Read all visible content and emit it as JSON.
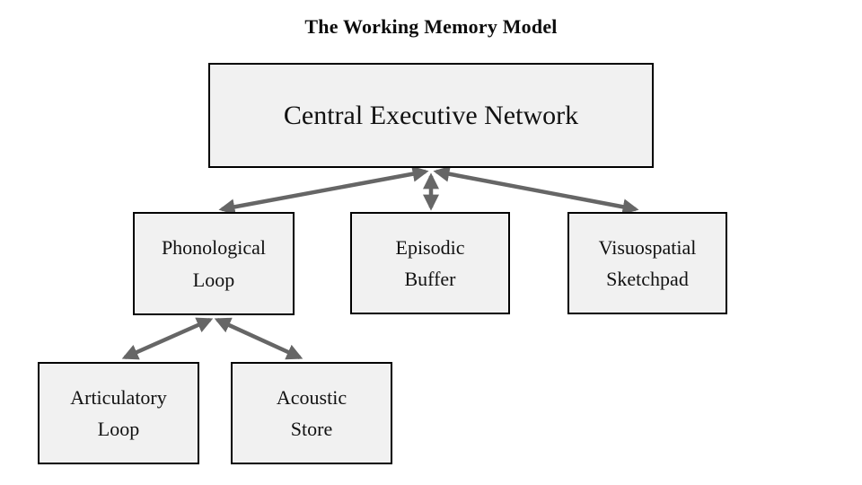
{
  "title": "The Working Memory Model",
  "colors": {
    "background": "#ffffff",
    "box_fill": "#f1f1f1",
    "box_border": "#000000",
    "arrow": "#666666",
    "text": "#111111"
  },
  "nodes": {
    "central_executive": {
      "label": "Central Executive Network",
      "lines": [
        "Central Executive Network"
      ]
    },
    "phonological_loop": {
      "label": "Phonological Loop",
      "lines": [
        "Phonological",
        "Loop"
      ]
    },
    "episodic_buffer": {
      "label": "Episodic Buffer",
      "lines": [
        "Episodic",
        "Buffer"
      ]
    },
    "visuospatial_sketchpad": {
      "label": "Visuospatial Sketchpad",
      "lines": [
        "Visuospatial",
        "Sketchpad"
      ]
    },
    "articulatory_loop": {
      "label": "Articulatory Loop",
      "lines": [
        "Articulatory",
        "Loop"
      ]
    },
    "acoustic_store": {
      "label": "Acoustic Store",
      "lines": [
        "Acoustic",
        "Store"
      ]
    }
  },
  "edges": [
    {
      "from": "central_executive",
      "to": "phonological_loop",
      "bidirectional": true
    },
    {
      "from": "central_executive",
      "to": "episodic_buffer",
      "bidirectional": true
    },
    {
      "from": "central_executive",
      "to": "visuospatial_sketchpad",
      "bidirectional": true
    },
    {
      "from": "phonological_loop",
      "to": "articulatory_loop",
      "bidirectional": true
    },
    {
      "from": "phonological_loop",
      "to": "acoustic_store",
      "bidirectional": true
    }
  ]
}
